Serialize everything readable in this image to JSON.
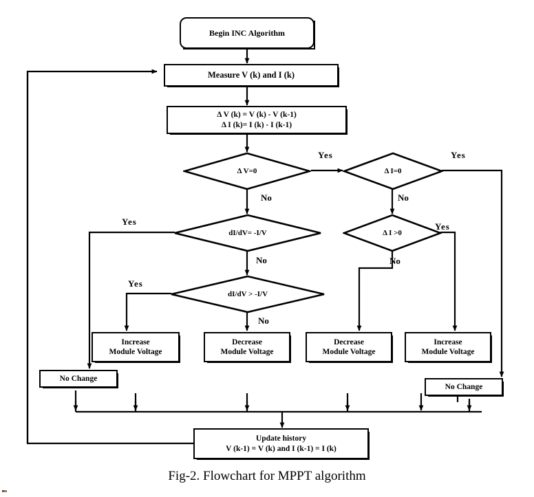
{
  "figure": {
    "caption": "Fig-2. Flowchart for MPPT algorithm",
    "title": "Flowchart for MPPT algorithm"
  },
  "colors": {
    "stroke": "#000000",
    "background": "#ffffff",
    "text": "#000000"
  },
  "nodes": {
    "start": {
      "label": "Begin INC Algorithm",
      "shape": "terminal"
    },
    "measure": {
      "label": "Measure V (k) and I (k)",
      "shape": "process"
    },
    "delta": {
      "label": "Δ V (k) = V (k) - V (k-1)\nΔ I (k)= I (k) - I (k-1)",
      "shape": "process"
    },
    "d1": {
      "label": "Δ V=0",
      "shape": "decision"
    },
    "d2": {
      "label": "Δ I=0",
      "shape": "decision"
    },
    "d3": {
      "label": "dI/dV= -I/V",
      "shape": "decision"
    },
    "d4": {
      "label": "Δ I >0",
      "shape": "decision"
    },
    "d5": {
      "label": "dI/dV >  -I/V",
      "shape": "decision"
    },
    "a1": {
      "label": "Increase\nModule Voltage",
      "shape": "process"
    },
    "a2": {
      "label": "Decrease\nModule Voltage",
      "shape": "process"
    },
    "a3": {
      "label": "Decrease\nModule Voltage",
      "shape": "process"
    },
    "a4": {
      "label": "Increase\nModule Voltage",
      "shape": "process"
    },
    "nochange_left": {
      "label": "No Change",
      "shape": "process"
    },
    "nochange_right": {
      "label": "No Change",
      "shape": "process"
    },
    "update": {
      "label": "Update history\nV (k-1) = V (k) and I (k-1) = I (k)",
      "shape": "process"
    }
  },
  "edge_labels": {
    "d1_yes": "Yes",
    "d1_no": "No",
    "d2_yes": "Yes",
    "d2_no": "No",
    "d3_yes": "Yes",
    "d3_no": "No",
    "d4_yes": "Yes",
    "d4_no": "No",
    "d5_yes": "Yes",
    "d5_no": "No"
  },
  "chart_data": {
    "type": "diagram",
    "diagram_type": "flowchart",
    "title": "Fig-2. Flowchart for MPPT algorithm",
    "nodes": [
      {
        "id": "start",
        "text": "Begin INC Algorithm",
        "shape": "terminal"
      },
      {
        "id": "measure",
        "text": "Measure V (k) and I (k)",
        "shape": "process"
      },
      {
        "id": "delta",
        "text": "Δ V (k) = V (k) - V (k-1) ; Δ I (k)= I (k) - I (k-1)",
        "shape": "process"
      },
      {
        "id": "d1",
        "text": "Δ V=0",
        "shape": "decision"
      },
      {
        "id": "d2",
        "text": "Δ I=0",
        "shape": "decision"
      },
      {
        "id": "d3",
        "text": "dI/dV= -I/V",
        "shape": "decision"
      },
      {
        "id": "d4",
        "text": "Δ I >0",
        "shape": "decision"
      },
      {
        "id": "d5",
        "text": "dI/dV >  -I/V",
        "shape": "decision"
      },
      {
        "id": "a1",
        "text": "Increase Module Voltage",
        "shape": "process"
      },
      {
        "id": "a2",
        "text": "Decrease Module Voltage",
        "shape": "process"
      },
      {
        "id": "a3",
        "text": "Decrease Module Voltage",
        "shape": "process"
      },
      {
        "id": "a4",
        "text": "Increase Module Voltage",
        "shape": "process"
      },
      {
        "id": "nochange_left",
        "text": "No Change",
        "shape": "process"
      },
      {
        "id": "nochange_right",
        "text": "No Change",
        "shape": "process"
      },
      {
        "id": "update",
        "text": "Update history ; V (k-1) = V (k) and I (k-1) = I (k)",
        "shape": "process"
      }
    ],
    "edges": [
      {
        "from": "start",
        "to": "measure",
        "label": ""
      },
      {
        "from": "measure",
        "to": "delta",
        "label": ""
      },
      {
        "from": "delta",
        "to": "d1",
        "label": ""
      },
      {
        "from": "d1",
        "to": "d2",
        "label": "Yes"
      },
      {
        "from": "d1",
        "to": "d3",
        "label": "No"
      },
      {
        "from": "d2",
        "to": "nochange_right",
        "label": "Yes"
      },
      {
        "from": "d2",
        "to": "d4",
        "label": "No"
      },
      {
        "from": "d3",
        "to": "nochange_left",
        "label": "Yes"
      },
      {
        "from": "d3",
        "to": "d5",
        "label": "No"
      },
      {
        "from": "d4",
        "to": "a4",
        "label": "Yes"
      },
      {
        "from": "d4",
        "to": "a3",
        "label": "No"
      },
      {
        "from": "d5",
        "to": "a1",
        "label": "Yes"
      },
      {
        "from": "d5",
        "to": "a2",
        "label": "No"
      },
      {
        "from": "a1",
        "to": "update",
        "label": ""
      },
      {
        "from": "a2",
        "to": "update",
        "label": ""
      },
      {
        "from": "a3",
        "to": "update",
        "label": ""
      },
      {
        "from": "a4",
        "to": "update",
        "label": ""
      },
      {
        "from": "nochange_left",
        "to": "update",
        "label": ""
      },
      {
        "from": "nochange_right",
        "to": "update",
        "label": ""
      },
      {
        "from": "update",
        "to": "measure",
        "label": ""
      }
    ]
  }
}
